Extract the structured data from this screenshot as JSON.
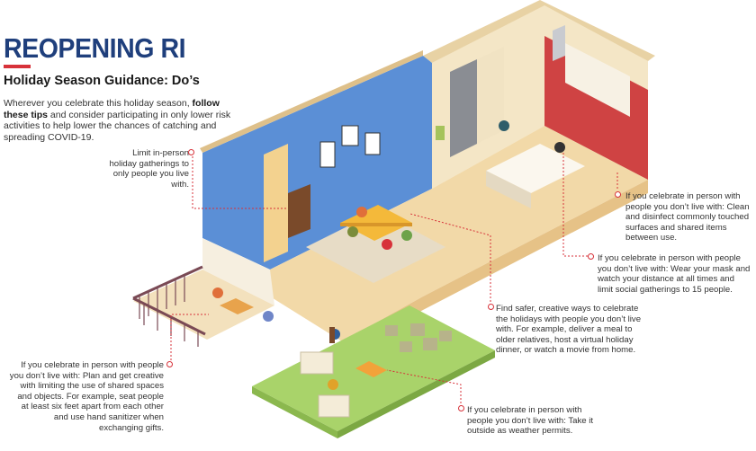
{
  "header": {
    "brand": "REOPENING RI",
    "subtitle": "Holiday Season Guidance: Do’s",
    "intro_before": "Wherever you celebrate this holiday season, ",
    "intro_bold": "follow these tips",
    "intro_after": " and consider participating in only lower risk activities to help lower the chances of catching and spreading COVID-19."
  },
  "callouts": {
    "limit_gatherings": "Limit in-person holiday gatherings to only people you live with.",
    "clean_disinfect": "If you celebrate in person with people you don’t live with: Clean and disinfect commonly touched surfaces and shared items between use.",
    "wear_mask": "If you celebrate in person with people you don’t live with: Wear your mask and watch your distance at all times and limit social gatherings to 15 people.",
    "creative_ways": "Find safer, creative ways to celebrate the holidays with people you don’t live with. For example, deliver a meal to older relatives, host a virtual holiday dinner, or watch a movie from home.",
    "plan_creative": "If you celebrate in person with people you don’t live with: Plan and get creative with limiting the use of shared spaces and objects. For example, seat people at least six feet apart from each other and use hand sanitizer when exchanging gifts.",
    "take_outside": "If you celebrate in person with people you don’t live with: Take it outside as weather permits."
  },
  "colors": {
    "brand_blue": "#1f3f7c",
    "accent_red": "#d7323a",
    "wall_blue": "#5b8fd6",
    "floor_tan": "#f2d9a8",
    "grass_green": "#a9d36a",
    "kitchen_red": "#c8262c"
  }
}
